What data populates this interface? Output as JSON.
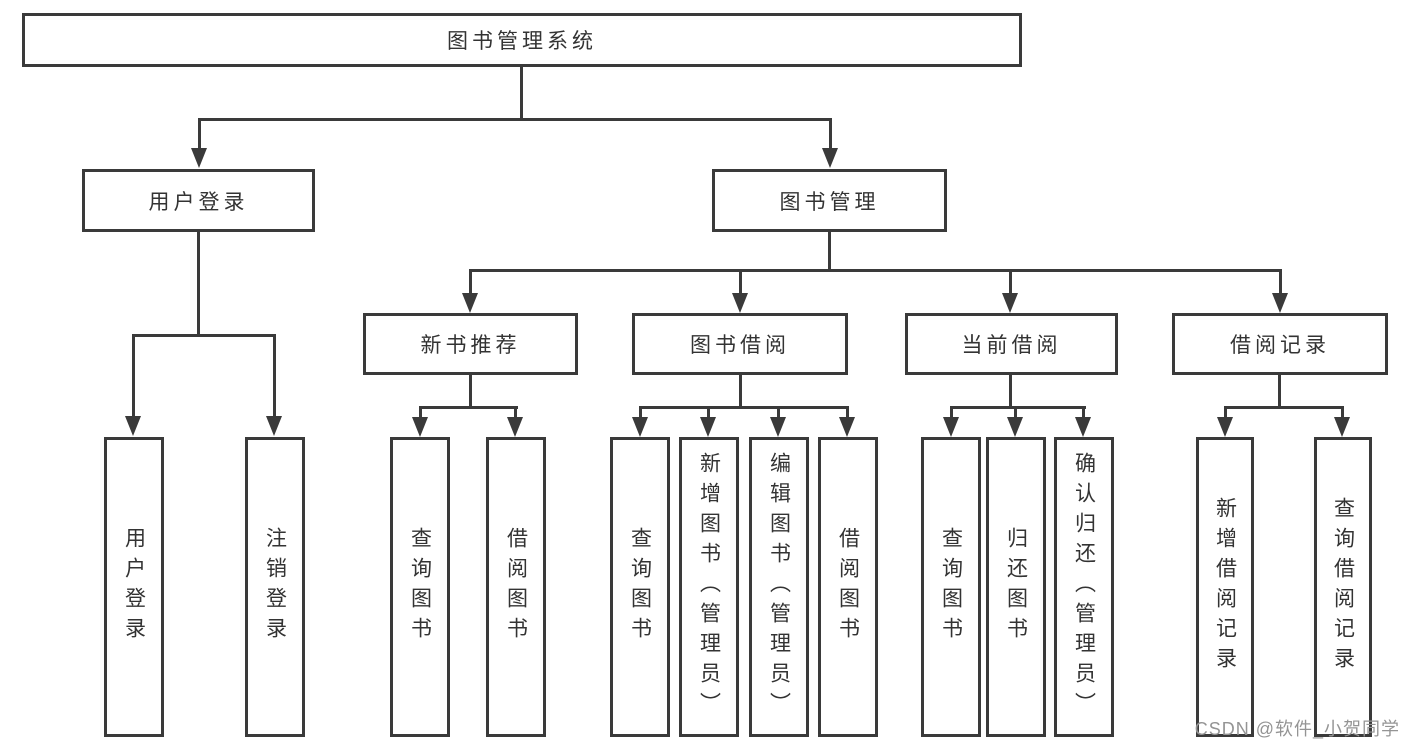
{
  "diagram_type": "hierarchy",
  "tree": {
    "label": "图书管理系统",
    "children": [
      {
        "label": "用户登录",
        "children": [
          {
            "label": "用户登录"
          },
          {
            "label": "注销登录"
          }
        ]
      },
      {
        "label": "图书管理",
        "children": [
          {
            "label": "新书推荐",
            "children": [
              {
                "label": "查询图书"
              },
              {
                "label": "借阅图书"
              }
            ]
          },
          {
            "label": "图书借阅",
            "children": [
              {
                "label": "查询图书"
              },
              {
                "label": "新增图书（管理员）"
              },
              {
                "label": "编辑图书（管理员）"
              },
              {
                "label": "借阅图书"
              }
            ]
          },
          {
            "label": "当前借阅",
            "children": [
              {
                "label": "查询图书"
              },
              {
                "label": "归还图书"
              },
              {
                "label": "确认归还（管理员）"
              }
            ]
          },
          {
            "label": "借阅记录",
            "children": [
              {
                "label": "新增借阅记录"
              },
              {
                "label": "查询借阅记录"
              }
            ]
          }
        ]
      }
    ]
  },
  "watermark": "CSDN @软件_小贺同学",
  "colors": {
    "line": "#3a3a3a",
    "text": "#333333",
    "watermark": "#949494",
    "background": "#ffffff"
  }
}
